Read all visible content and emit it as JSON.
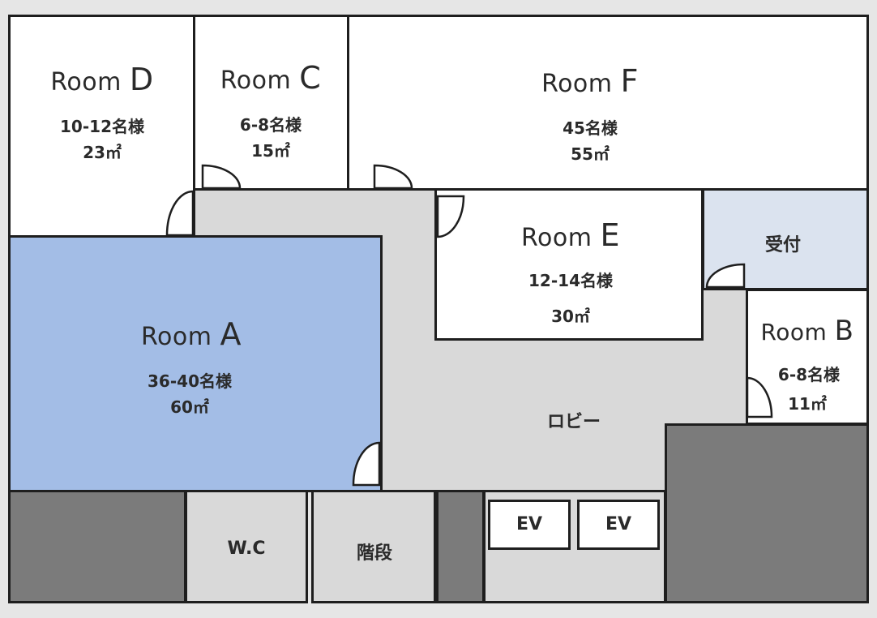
{
  "rooms": {
    "d": {
      "word": "Room",
      "letter": "D",
      "capacity": "10-12名様",
      "area": "23㎡"
    },
    "c": {
      "word": "Room",
      "letter": "C",
      "capacity": "6-8名様",
      "area": "15㎡"
    },
    "f": {
      "word": "Room",
      "letter": "F",
      "capacity": "45名様",
      "area": "55㎡"
    },
    "e": {
      "word": "Room",
      "letter": "E",
      "capacity": "12-14名様",
      "area": "30㎡"
    },
    "a": {
      "word": "Room",
      "letter": "A",
      "capacity": "36-40名様",
      "area": "60㎡"
    },
    "b": {
      "word": "Room",
      "letter": "B",
      "capacity": "6-8名様",
      "area": "11㎡"
    }
  },
  "areas": {
    "reception": "受付",
    "lobby": "ロビー",
    "wc": "W.C",
    "stairs": "階段",
    "elevator_1": "EV",
    "elevator_2": "EV"
  },
  "colors": {
    "room_a_fill": "#a3bde6",
    "reception_fill": "#dbe3ef",
    "lobby_fill": "#d9d9d9",
    "service_block": "#7b7b7b"
  }
}
